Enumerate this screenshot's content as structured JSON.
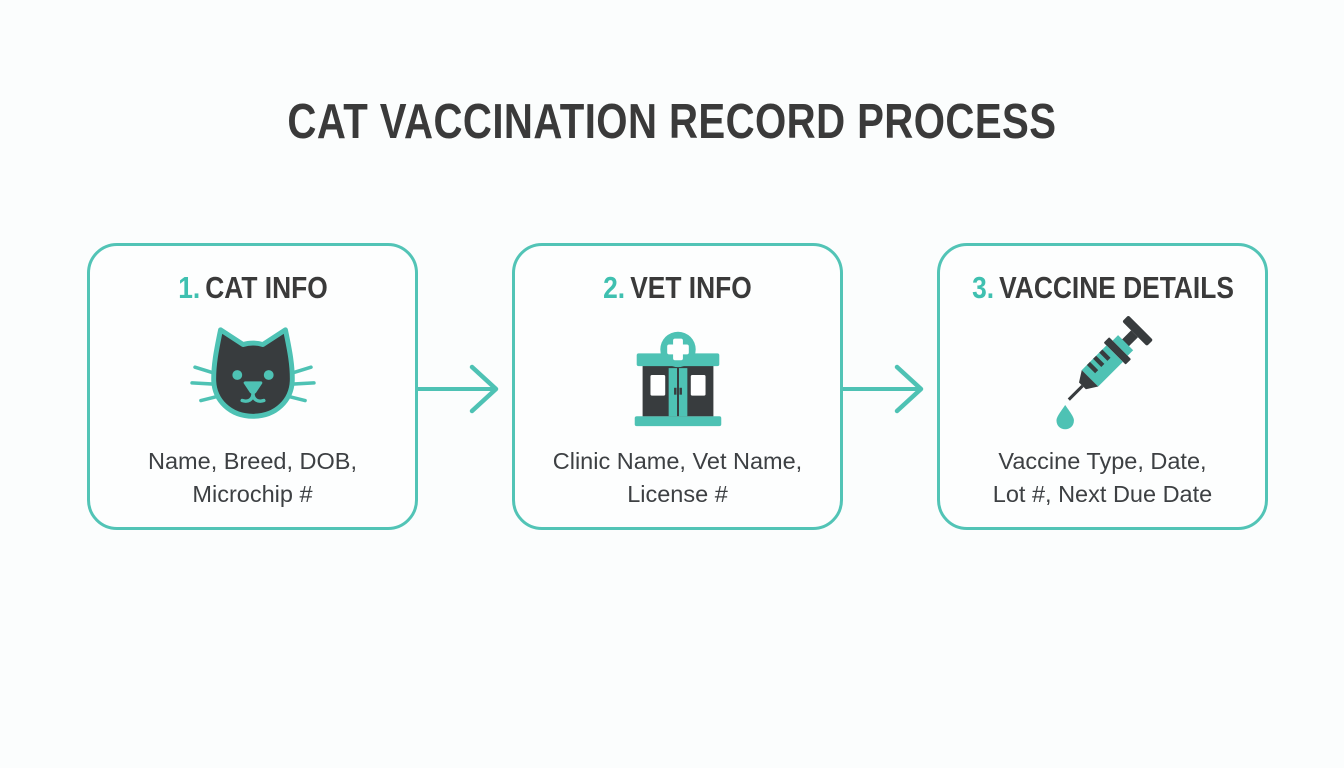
{
  "title": "CAT VACCINATION RECORD PROCESS",
  "colors": {
    "accent_teal": "#4EC2B4",
    "text_dark": "#3A3A3A",
    "icon_dark": "#383C3E",
    "background": "#FBFDFD",
    "card_background": "#FDFEFE"
  },
  "steps": [
    {
      "number": "1.",
      "label": "CAT INFO",
      "icon": "cat-face-icon",
      "description_lines": [
        "Name, Breed, DOB,",
        "Microchip #"
      ]
    },
    {
      "number": "2.",
      "label": "VET INFO",
      "icon": "vet-clinic-icon",
      "description_lines": [
        "Clinic Name, Vet Name,",
        "License #"
      ]
    },
    {
      "number": "3.",
      "label": "VACCINE DETAILS",
      "icon": "syringe-icon",
      "description_lines": [
        "Vaccine Type, Date,",
        "Lot #, Next Due Date"
      ]
    }
  ],
  "connector_icon": "right-arrow-icon"
}
